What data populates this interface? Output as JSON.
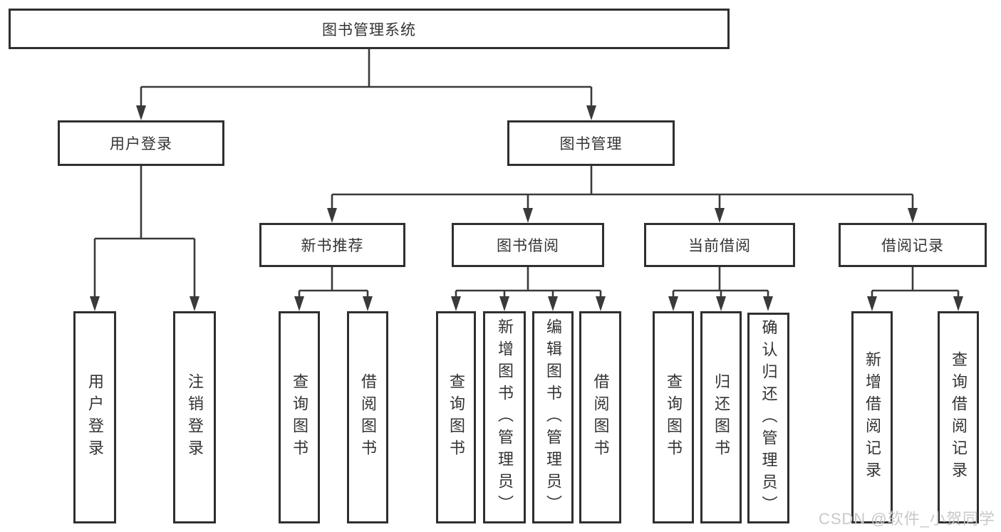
{
  "tree": {
    "root": {
      "label": "图书管理系统"
    },
    "children": [
      {
        "label": "用户登录",
        "children": [
          {
            "label": "用户登录"
          },
          {
            "label": "注销登录"
          }
        ]
      },
      {
        "label": "图书管理",
        "children": [
          {
            "label": "新书推荐",
            "children": [
              {
                "label": "查询图书"
              },
              {
                "label": "借阅图书"
              }
            ]
          },
          {
            "label": "图书借阅",
            "children": [
              {
                "label": "查询图书"
              },
              {
                "label": "新增图书（管理员）"
              },
              {
                "label": "编辑图书（管理员）"
              },
              {
                "label": "借阅图书"
              }
            ]
          },
          {
            "label": "当前借阅",
            "children": [
              {
                "label": "查询图书"
              },
              {
                "label": "归还图书"
              },
              {
                "label": "确认归还（管理员）"
              }
            ]
          },
          {
            "label": "借阅记录",
            "children": [
              {
                "label": "新增借阅记录"
              },
              {
                "label": "查询借阅记录"
              }
            ]
          }
        ]
      }
    ]
  },
  "watermark": {
    "text": "CSDN @软件_小贺同学"
  },
  "colors": {
    "line": "#3a3a3a",
    "box_border": "#2f2f2f",
    "text": "#333333",
    "background": "#ffffff",
    "watermark": "#c8c8c8"
  }
}
